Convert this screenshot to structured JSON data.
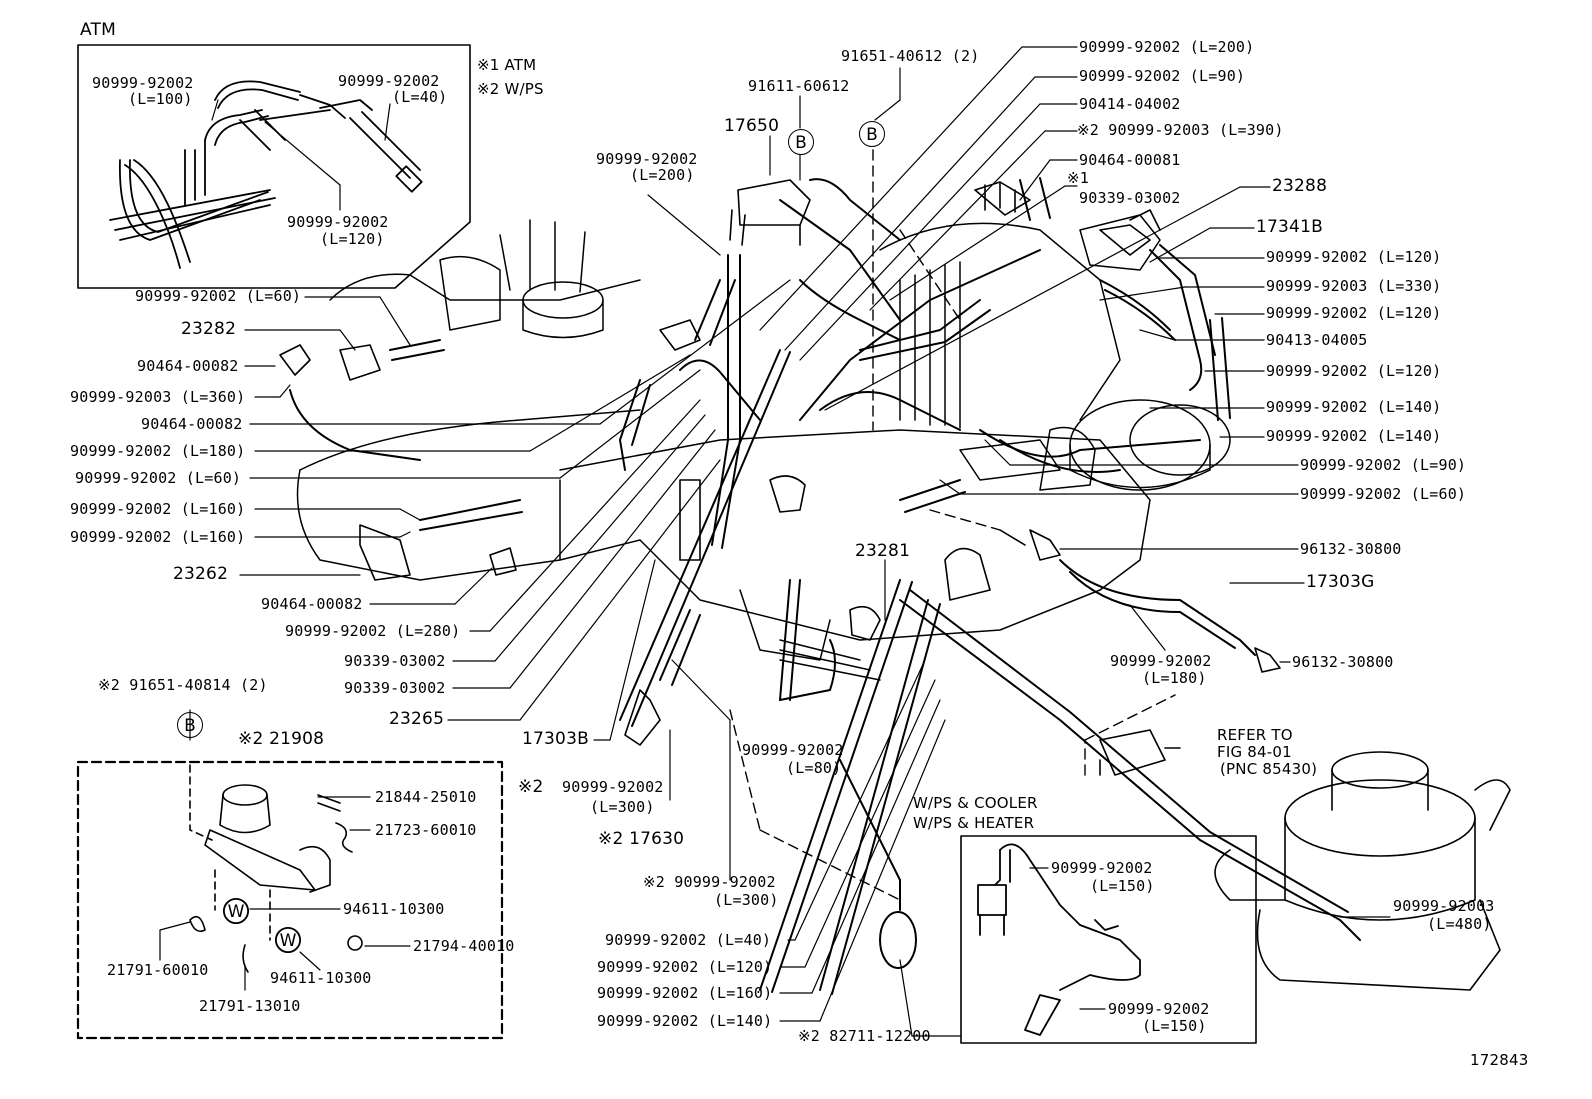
{
  "title": "ATM",
  "notes": {
    "n1": "※1 ATM",
    "n2": "※2 W/PS",
    "cooler": "W/PS & COOLER",
    "heater": "W/PS & HEATER"
  },
  "refer": {
    "line1": "REFER TO",
    "line2": "FIG 84-01",
    "line3": "(PNC 85430)"
  },
  "figure_number": "172843",
  "circle_letters": {
    "b": "B",
    "w": "W"
  },
  "inset_atm": {
    "a1": "90999-92002",
    "a2": "(L=100)",
    "b1": "90999-92002",
    "b2": "(L=40)",
    "c1": "90999-92002",
    "c2": "(L=120)"
  },
  "top": {
    "p91651": "91651-40612 (2)",
    "p91611": "91611-60612",
    "p17650": "17650",
    "p90999_200a": "90999-92002",
    "p90999_200b": "(L=200)"
  },
  "right": [
    "90999-92002 (L=200)",
    "90999-92002 (L=90)",
    "90414-04002",
    "※2 90999-92003 (L=390)",
    "90464-00081",
    "※1",
    "90339-03002",
    "23288",
    "17341B",
    "90999-92002 (L=120)",
    "90999-92003 (L=330)",
    "90999-92002 (L=120)",
    "90413-04005",
    "90999-92002 (L=120)",
    "90999-92002 (L=140)",
    "90999-92002 (L=140)",
    "90999-92002 (L=90)",
    "90999-92002 (L=60)",
    "96132-30800",
    "17303G",
    "96132-30800"
  ],
  "left": [
    "90999-92002 (L=60)",
    "23282",
    "90464-00082",
    "90999-92003 (L=360)",
    "90464-00082",
    "90999-92002 (L=180)",
    "90999-92002 (L=60)",
    "90999-92002 (L=160)",
    "90999-92002 (L=160)",
    "23262",
    "90464-00082",
    "90999-92002 (L=280)",
    "90339-03002",
    "90339-03002",
    "23265",
    "17303B"
  ],
  "middle": {
    "p23281": "23281",
    "r180a": "90999-92002",
    "r180b": "(L=180)",
    "r80a": "90999-92002",
    "r80b": "(L=80)",
    "r300a": "90999-92002",
    "r300b": "(L=300)",
    "m2": "※2",
    "p17630": "※2 17630",
    "r300c": "※2 90999-92002",
    "r300d": "(L=300)",
    "b40": "90999-92002 (L=40)",
    "b120": "90999-92002 (L=120)",
    "b160": "90999-92002 (L=160)",
    "b140": "90999-92002 (L=140)",
    "p82711": "※2 82711-12200",
    "r480a": "90999-92003",
    "r480b": "(L=480)"
  },
  "inset_vsv": {
    "p91651": "※2 91651-40814 (2)",
    "p21908": "※2 21908",
    "p21844": "21844-25010",
    "p21723": "21723-60010",
    "p94611a": "94611-10300",
    "p21794": "21794-40010",
    "p21791a": "21791-60010",
    "p94611b": "94611-10300",
    "p21791b": "21791-13010"
  },
  "inset_ps": {
    "a1": "90999-92002",
    "a2": "(L=150)",
    "b1": "90999-92002",
    "b2": "(L=150)"
  }
}
